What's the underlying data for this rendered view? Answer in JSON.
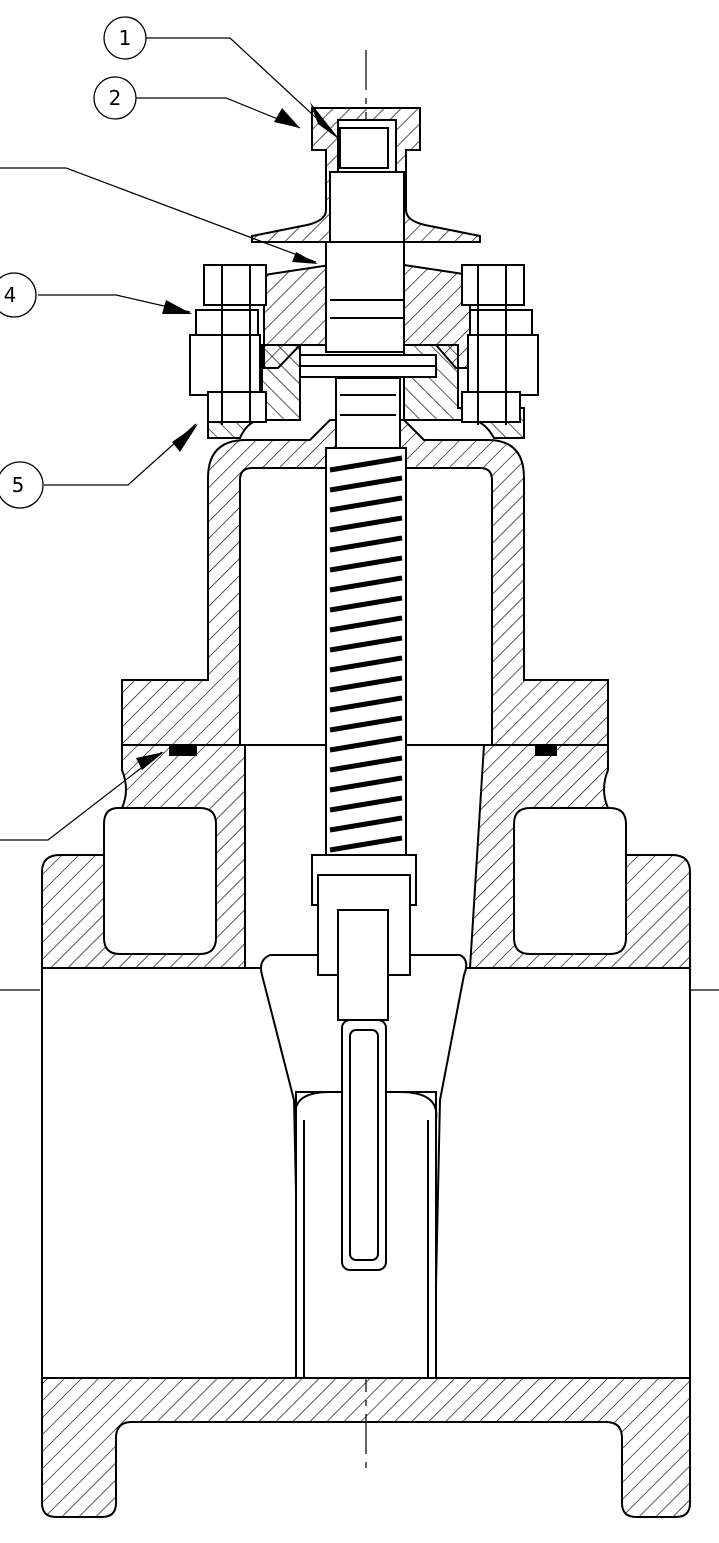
{
  "balloons": [
    {
      "id": "1",
      "label": "1"
    },
    {
      "id": "2",
      "label": "2"
    },
    {
      "id": "4",
      "label": "4"
    },
    {
      "id": "5",
      "label": "5"
    }
  ],
  "colors": {
    "line": "#000000",
    "background": "#ffffff"
  }
}
